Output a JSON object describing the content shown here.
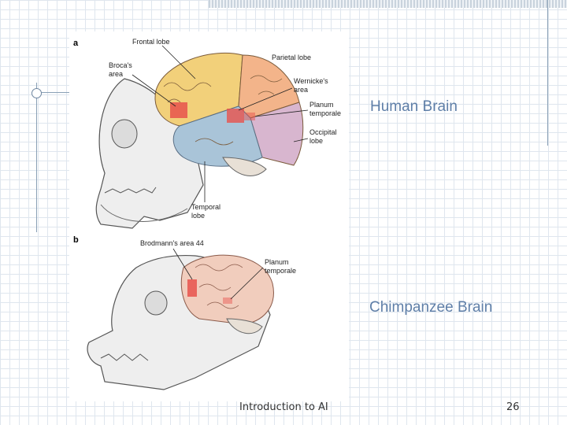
{
  "slide": {
    "caption_human": "Human Brain",
    "caption_chimp": "Chimpanzee Brain",
    "footer_title": "Introduction to AI",
    "page_number": "26"
  },
  "figure": {
    "panel_a": "a",
    "panel_b": "b",
    "labels_a": {
      "frontal": "Frontal lobe",
      "parietal": "Parietal lobe",
      "broca_1": "Broca's",
      "broca_2": "area",
      "wernicke_1": "Wernicke's",
      "wernicke_2": "area",
      "planum_1": "Planum",
      "planum_2": "temporale",
      "occipital_1": "Occipital",
      "occipital_2": "lobe",
      "temporal_1": "Temporal",
      "temporal_2": "lobe"
    },
    "labels_b": {
      "brodmann": "Brodmann's area 44",
      "planum_1": "Planum",
      "planum_2": "temporale"
    },
    "colors": {
      "frontal": "#f2d07a",
      "parietal": "#f3b48a",
      "temporal": "#a9c4d8",
      "occipital": "#d8b6cf",
      "broca": "#e8524c",
      "chimp_brain": "#f1cdbd",
      "caption": "#5f7fa8"
    }
  }
}
